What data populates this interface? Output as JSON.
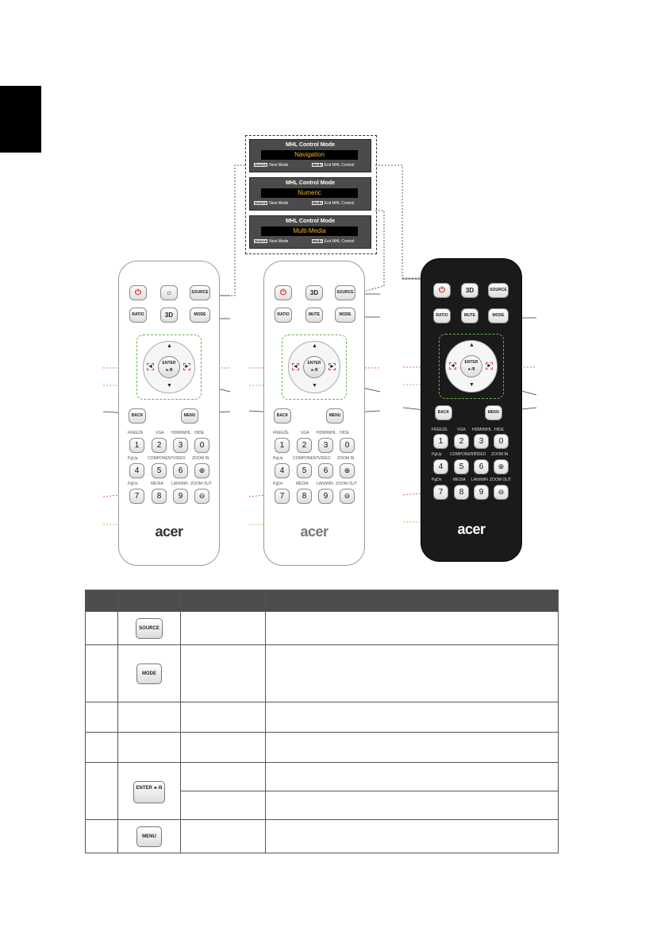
{
  "mhl_panels": [
    {
      "title": "MHL Control Mode",
      "mode": "Navigation",
      "source_key": "Source",
      "next": "Next Mode",
      "mode_key": "Mode",
      "exit": "Exit MHL Control"
    },
    {
      "title": "MHL Control Mode",
      "mode": "Numeric",
      "source_key": "Source",
      "next": "Next Mode",
      "mode_key": "Mode",
      "exit": "Exit MHL Control"
    },
    {
      "title": "MHL Control Mode",
      "mode": "Multi-Media",
      "source_key": "Source",
      "next": "Next Mode",
      "mode_key": "Mode",
      "exit": "Exit MHL Control"
    }
  ],
  "remote_labels": {
    "source": "SOURCE",
    "ratio": "RATIO",
    "mode": "MODE",
    "mute": "MUTE",
    "three_d": "3D",
    "enter": "ENTER",
    "play_pause": "►/II",
    "back": "BACK",
    "menu": "MENU",
    "freeze": "FREEZE",
    "vga": "VGA",
    "hdmi": "HDMI/MHL",
    "hide": "HIDE",
    "pgup": "PgUp",
    "component": "COMPONENT",
    "video": "VIDEO",
    "zoom_in": "ZOOM IN",
    "pgdn": "PgDn",
    "media": "MEDIA",
    "lanwifi": "LAN/WiFi",
    "zoom_out": "ZOOM OUT",
    "n1": "1",
    "n2": "2",
    "n3": "3",
    "n0": "0",
    "n4": "4",
    "n5": "5",
    "n6": "6",
    "n7": "7",
    "n8": "8",
    "n9": "9",
    "logo": "acer"
  },
  "table": {
    "rows": [
      {
        "icon": "SOURCE"
      },
      {
        "icon": "MODE"
      },
      {
        "icon": ""
      },
      {
        "icon": ""
      },
      {
        "icon": "ENTER ►/II"
      },
      {
        "icon": "MENU"
      }
    ]
  },
  "colors": {
    "pink": "#d63384",
    "orange": "#e98a1f",
    "green": "#6ab04c",
    "header": "#4d4d4d"
  }
}
